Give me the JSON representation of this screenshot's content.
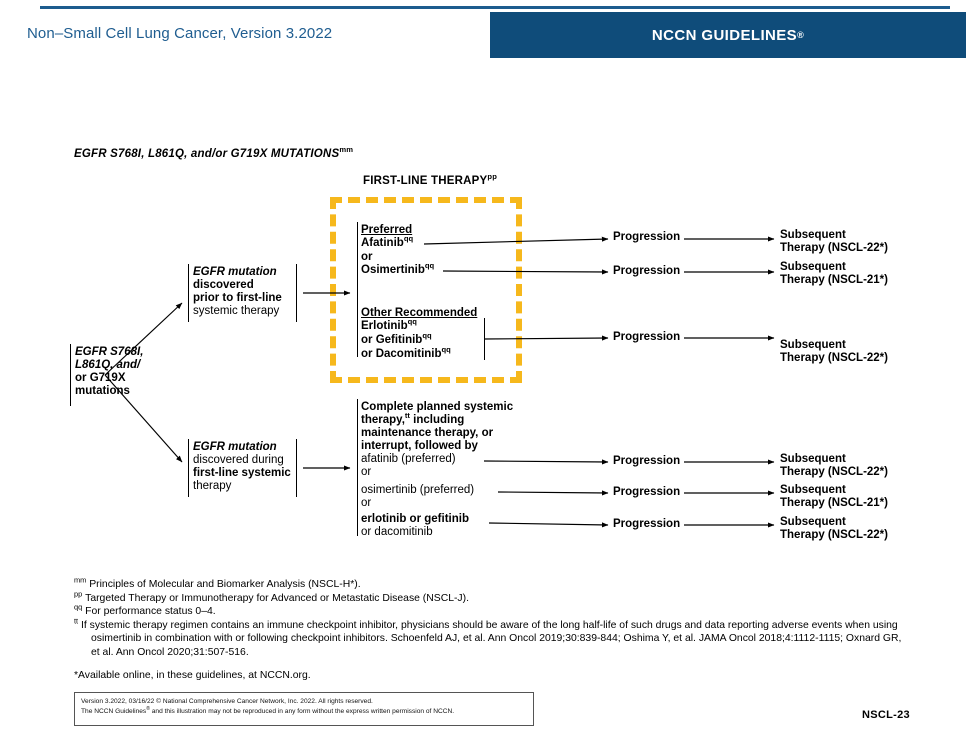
{
  "header": {
    "title": "Non–Small Cell Lung Cancer, Version 3.2022",
    "brand": "NCCN GUIDELINES",
    "brand_sup": "®",
    "accent_blue": "#0f4c7a",
    "title_blue": "#1f5d90"
  },
  "diagram": {
    "mutation_heading": "EGFR S768I, L861Q, and/or G719X MUTATIONS",
    "mutation_heading_sup": "mm",
    "column_heading": "FIRST-LINE THERAPY",
    "column_heading_sup": "pp",
    "gold_color": "#f6b81c",
    "entry": {
      "line1": "EGFR S768I,",
      "line2": "L861Q, and/",
      "line3": "or G719X",
      "line4": "mutations"
    },
    "branch_top": {
      "line1": "EGFR mutation",
      "line2": "discovered",
      "line3": "prior to first-line",
      "line4": "systemic therapy"
    },
    "branch_bottom": {
      "line1": "EGFR mutation",
      "line2": "discovered during",
      "line3": "first-line systemic",
      "line4": "therapy"
    },
    "first_line_box": {
      "preferred_label": "Preferred",
      "preferred_items": [
        "Afatinib",
        "or",
        "Osimertinib"
      ],
      "preferred_sups": [
        "qq",
        "",
        "qq"
      ],
      "other_label": "Other Recommended",
      "other_items": [
        "Erlotinib",
        "or Gefitinib",
        "or Dacomitinib"
      ],
      "other_sups": [
        "qq",
        "qq",
        "qq"
      ]
    },
    "during_box": {
      "l1": "Complete planned systemic",
      "l2a": "therapy,",
      "l2_sup": "tt",
      "l2b": " including",
      "l3": "maintenance therapy, or",
      "l4": "interrupt, followed by",
      "l5": "afatinib (preferred)",
      "l6": "or",
      "l7": "osimertinib (preferred)",
      "l8": "or",
      "l9": "erlotinib or gefitinib",
      "l10": "or dacomitinib"
    },
    "progression_label": "Progression",
    "subsequent": {
      "line1": "Subsequent",
      "nscl22": "Therapy (NSCL-22*)",
      "nscl21": "Therapy (NSCL-21*)"
    },
    "rows": [
      {
        "id": "afatinib-progression",
        "target": "NSCL-22*"
      },
      {
        "id": "osimertinib-progression",
        "target": "NSCL-21*"
      },
      {
        "id": "other-recommended-progression",
        "target": "NSCL-22*"
      },
      {
        "id": "during-afatinib-progression",
        "target": "NSCL-22*"
      },
      {
        "id": "during-osimertinib-progression",
        "target": "NSCL-21*"
      },
      {
        "id": "during-erlotinib-progression",
        "target": "NSCL-22*"
      }
    ]
  },
  "footnotes": [
    {
      "marker": "mm",
      "text": "Principles of Molecular and Biomarker Analysis (NSCL-H*)."
    },
    {
      "marker": "pp",
      "text": "Targeted Therapy or Immunotherapy for Advanced or Metastatic Disease (NSCL-J)."
    },
    {
      "marker": "qq",
      "text": "For performance status 0–4."
    },
    {
      "marker": "tt",
      "text": "If systemic therapy regimen contains an immune checkpoint inhibitor, physicians should be aware of the long half-life of such drugs and data reporting adverse events when using osimertinib in combination with or following checkpoint inhibitors. Schoenfeld AJ, et al. Ann Oncol 2019;30:839-844; Oshima Y, et al. JAMA Oncol 2018;4:1112-1115; Oxnard GR, et al. Ann Oncol 2020;31:507-516."
    }
  ],
  "available_note": "*Available online, in these guidelines, at NCCN.org.",
  "copyright": {
    "line1": "Version 3.2022, 03/16/22 © National Comprehensive Cancer Network, Inc. 2022. All rights reserved.",
    "line2a": "The NCCN Guidelines",
    "line2_sup": "®",
    "line2b": " and this illustration may not be reproduced in any form without the express written permission of NCCN."
  },
  "page_number": "NSCL-23"
}
